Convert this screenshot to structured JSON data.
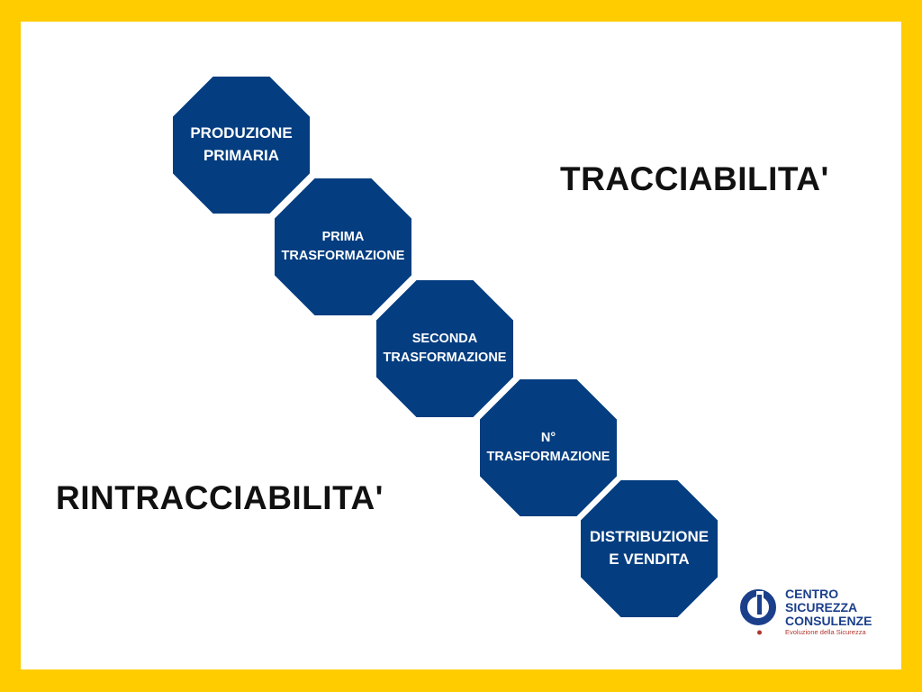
{
  "steps": [
    {
      "line1": "PRODUZIONE",
      "line2": "PRIMARIA"
    },
    {
      "line1": "PRIMA",
      "line2": "TRASFORMAZIONE"
    },
    {
      "line1": "SECONDA",
      "line2": "TRASFORMAZIONE"
    },
    {
      "line1": "N°",
      "line2": "TRASFORMAZIONE"
    },
    {
      "line1": "DISTRIBUZIONE",
      "line2": "E VENDITA"
    }
  ],
  "labels": {
    "forward": "TRACCIABILITA'",
    "backward": "RINTRACCIABILITA'"
  },
  "logo": {
    "line1": "CENTRO",
    "line2": "SICUREZZA",
    "line3": "CONSULENZE",
    "tagline": "Evoluzione della Sicurezza"
  },
  "colors": {
    "border": "#FFCC00",
    "octagon": "#043D80",
    "arrow": "#000000"
  }
}
